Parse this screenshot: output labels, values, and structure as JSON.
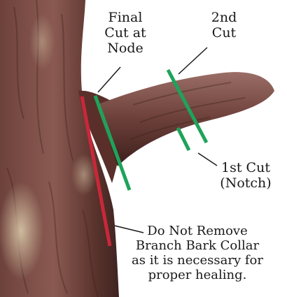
{
  "labels": {
    "final_cut": [
      "Final",
      "Cut at",
      "Node"
    ],
    "second_cut": [
      "2nd",
      "Cut"
    ],
    "first_cut": [
      "1st Cut",
      "(Notch)"
    ],
    "collar_note": [
      "Do Not Remove",
      "Branch Bark Collar",
      "as it is necessary for",
      "proper healing."
    ]
  },
  "colors": {
    "final_cut_line": "#1fa35a",
    "second_cut_line": "#1fa35a",
    "first_cut_line": "#1fa35a",
    "collar_line": "#c8283a",
    "bark_dark": "#4e2b26",
    "bark_mid": "#7a4a44",
    "bark_light": "#9c6c63",
    "background": "#ffffff"
  }
}
